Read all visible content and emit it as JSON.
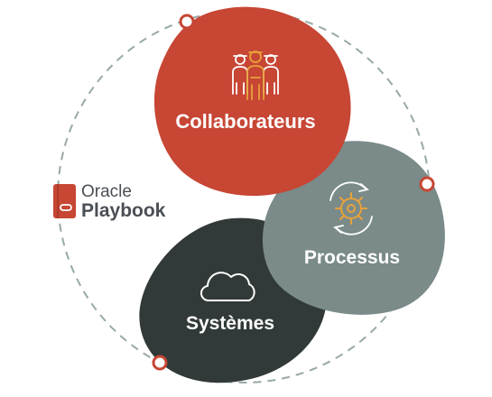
{
  "brand": {
    "line1": "Oracle",
    "line2": "Playbook"
  },
  "nodes": {
    "collaborateurs": "Collaborateurs",
    "processus": "Processus",
    "systemes": "Systèmes"
  },
  "icons": {
    "collaborateurs": "people-group-icon",
    "processus": "gear-cycle-icon",
    "systemes": "cloud-icon",
    "brand": "book-icon"
  },
  "colors": {
    "collaborateurs": "#c74634",
    "processus": "#7a8b89",
    "systemes": "#313a38",
    "ring": "#98a9a6",
    "accent": "#e8a23b"
  }
}
